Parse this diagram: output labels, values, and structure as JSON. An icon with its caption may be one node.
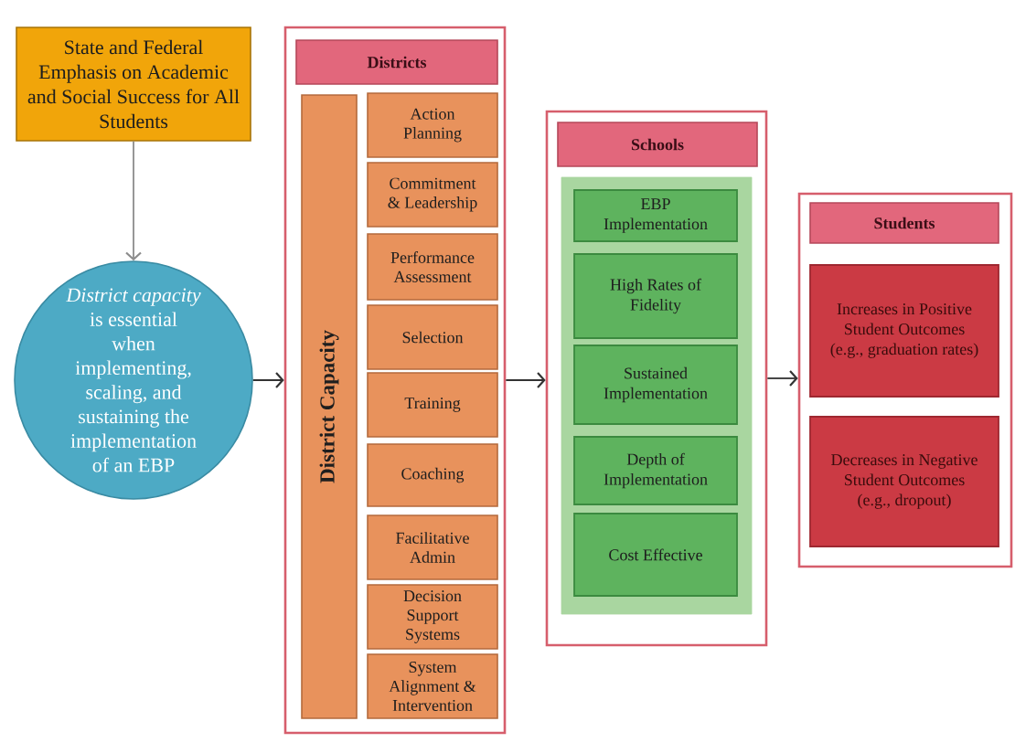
{
  "diagram": {
    "nodes": [
      {
        "text": [
          "State and Federal Emphasis on Academic and Social Success for All Students"
        ]
      },
      {
        "text": [
          "*District capacity* is essential when implementing, scaling, and sustaining the implementation of an EBP"
        ]
      },
      {
        "text": [],
        "shape": "box"
      },
      {
        "text": [
          "Districts"
        ],
        "in": 2
      },
      {
        "text": [
          "District Capacity"
        ],
        "in": 2
      },
      {
        "text": [
          "Action Planning"
        ],
        "in": 2
      },
      {
        "text": [
          "Commitment & Leadership"
        ],
        "in": 2
      },
      {
        "text": [
          "Performance Assessment"
        ],
        "in": 2
      },
      {
        "text": [
          "Selection"
        ],
        "in": 2
      },
      {
        "text": [
          "Training"
        ],
        "in": 2
      },
      {
        "text": [
          "Coaching"
        ],
        "in": 2
      },
      {
        "text": [
          "Facilitative Admin"
        ],
        "in": 2
      },
      {
        "text": [
          "Decision Support Systems"
        ],
        "in": 2
      },
      {
        "text": [
          "System Alignment & Intervention"
        ],
        "in": 2
      },
      {
        "text": [],
        "shape": "box"
      },
      {
        "text": [
          "Schools"
        ],
        "in": 14
      },
      {
        "text": [],
        "shape": "box",
        "in": 14
      },
      {
        "text": [
          "EBP Implementation"
        ],
        "in": 16
      },
      {
        "text": [
          "High Rates of Fidelity"
        ],
        "in": 16
      },
      {
        "text": [
          "Sustained Implementation"
        ],
        "in": 16
      },
      {
        "text": [
          "Depth of Implementation"
        ],
        "in": 16
      },
      {
        "text": [
          "Cost Effective"
        ],
        "in": 16
      },
      {
        "text": [],
        "shape": "box"
      },
      {
        "text": [
          "Students"
        ],
        "in": 22
      },
      {
        "text": [
          "Increases in Positive Student Outcomes (e.g., graduation rates)"
        ],
        "in": 22
      },
      {
        "text": [
          "Decreases in Negative Student Outcomes (e.g., dropout)"
        ],
        "in": 22
      }
    ],
    "edges": [
      {
        "from": 0,
        "to": 1,
        "arrow": "to",
        "color": "#8c8c8c"
      },
      {
        "from": 1,
        "to": 2,
        "arrow": "to"
      },
      {
        "from": 2,
        "to": 14,
        "arrow": "to"
      },
      {
        "from": 14,
        "to": 22,
        "arrow": "to"
      }
    ]
  }
}
